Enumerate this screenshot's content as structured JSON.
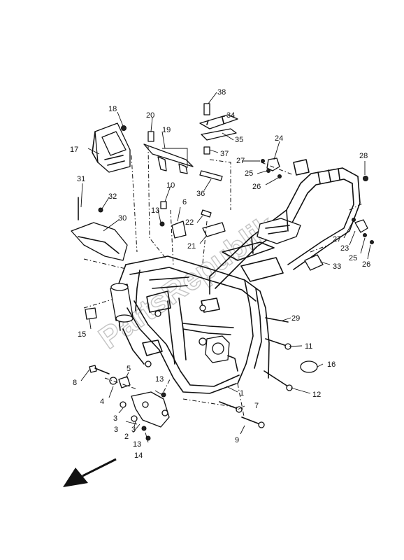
{
  "diagram": {
    "watermark": "PartsRepublik",
    "callouts": [
      "1",
      "2",
      "3",
      "3",
      "3",
      "4",
      "5",
      "6",
      "7",
      "8",
      "9",
      "10",
      "11",
      "12",
      "13",
      "13",
      "13",
      "14",
      "15",
      "16",
      "17",
      "18",
      "19",
      "20",
      "21",
      "22",
      "23",
      "24",
      "25",
      "25",
      "26",
      "26",
      "27",
      "27",
      "28",
      "29",
      "30",
      "31",
      "32",
      "33",
      "34",
      "35",
      "36",
      "37",
      "38"
    ]
  }
}
